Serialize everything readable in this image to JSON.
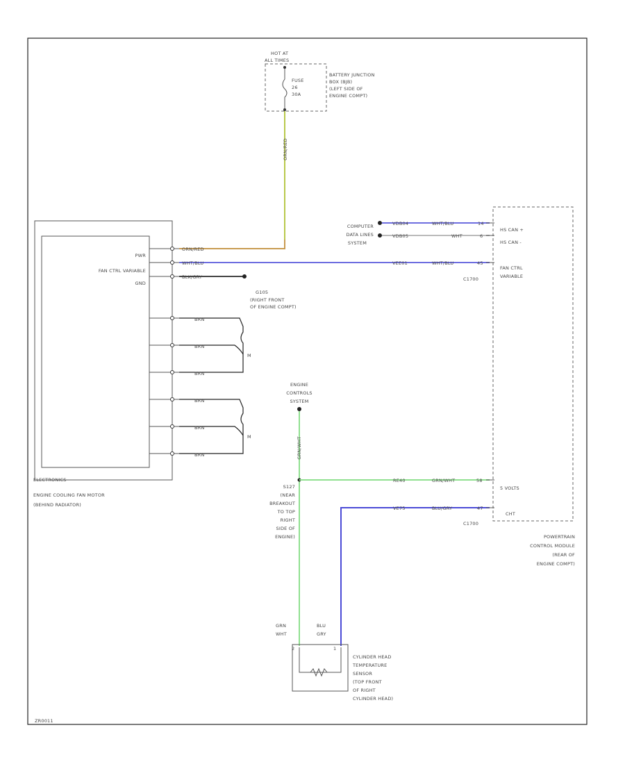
{
  "colors": {
    "orange_red": "#c89a50",
    "wht_blu": "#6d6de0",
    "grn_wht": "#8fe08f",
    "grn_red_vertical": "#8bbf3c",
    "blu_gry": "#4a4ad6",
    "frame": "#222222"
  },
  "fuse_box": {
    "hot_label": [
      "HOT AT",
      "ALL TIMES"
    ],
    "fuse": [
      "FUSE",
      "26",
      "30A"
    ],
    "desc": [
      "BATTERY JUNCTION",
      "BOX (BJB)",
      "(LEFT SIDE OF",
      "ENGINE COMPT)"
    ],
    "wire_color": "ORN/RED"
  },
  "fan_motor": {
    "pins": [
      "PWR",
      "FAN CTRL VARIABLE",
      "GND"
    ],
    "wire_pwr": "ORN/RED",
    "wire_ctrl": "WHT/BLU",
    "wire_gnd": "BLK/GRY",
    "motor_label_1": "M",
    "motor_label_2": "M",
    "loop_wire": "BRN",
    "electronics_label": "ELECTRONICS",
    "desc": [
      "ENGINE COOLING FAN MOTOR",
      "(BEHIND RADIATOR)"
    ]
  },
  "ground": {
    "id": "G105",
    "desc": [
      "(RIGHT FRONT",
      "OF ENGINE COMPT)"
    ]
  },
  "computer_data": {
    "label": [
      "COMPUTER",
      "DATA LINES",
      "SYSTEM"
    ],
    "row1_circuit": "VDB04",
    "row1_wire": "WHT/BLU",
    "row1_pin": "14",
    "row2_circuit": "VDB05",
    "row2_wire": "WHT",
    "row2_pin": "6"
  },
  "fan_ctrl_line": {
    "circuit": "VEE01",
    "wire": "WHT/BLU",
    "pin": "45",
    "connector": "C1700"
  },
  "pcm": {
    "pins": [
      "HS CAN +",
      "HS CAN -",
      "FAN CTRL",
      "VARIABLE",
      "5 VOLTS",
      "CHT"
    ],
    "desc": [
      "POWERTRAIN",
      "CONTROL MODULE",
      "(REAR OF",
      "ENGINE COMPT)"
    ]
  },
  "engine_controls": {
    "label": [
      "ENGINE",
      "CONTROLS",
      "SYSTEM"
    ]
  },
  "splice": {
    "id": "S127",
    "desc": [
      "(NEAR",
      "BREAKOUT",
      "TO TOP",
      "RIGHT",
      "SIDE OF",
      "ENGINE)"
    ],
    "vertical_wire": "GRN/WHT"
  },
  "five_volt_line": {
    "circuit": "RE40",
    "wire": "GRN/WHT",
    "pin": "58"
  },
  "cht_line": {
    "circuit": "VE75",
    "wire": "BLU/GRY",
    "pin": "47",
    "connector": "C1700"
  },
  "cht_sensor": {
    "wire1": [
      "GRN",
      "WHT"
    ],
    "wire2": [
      "BLU",
      "GRY"
    ],
    "pin1": "2",
    "pin2": "1",
    "desc": [
      "CYLINDER HEAD",
      "TEMPERATURE",
      "SENSOR",
      "(TOP FRONT",
      "OF RIGHT",
      "CYLINDER HEAD)"
    ]
  },
  "footer_code": "ZR0011"
}
